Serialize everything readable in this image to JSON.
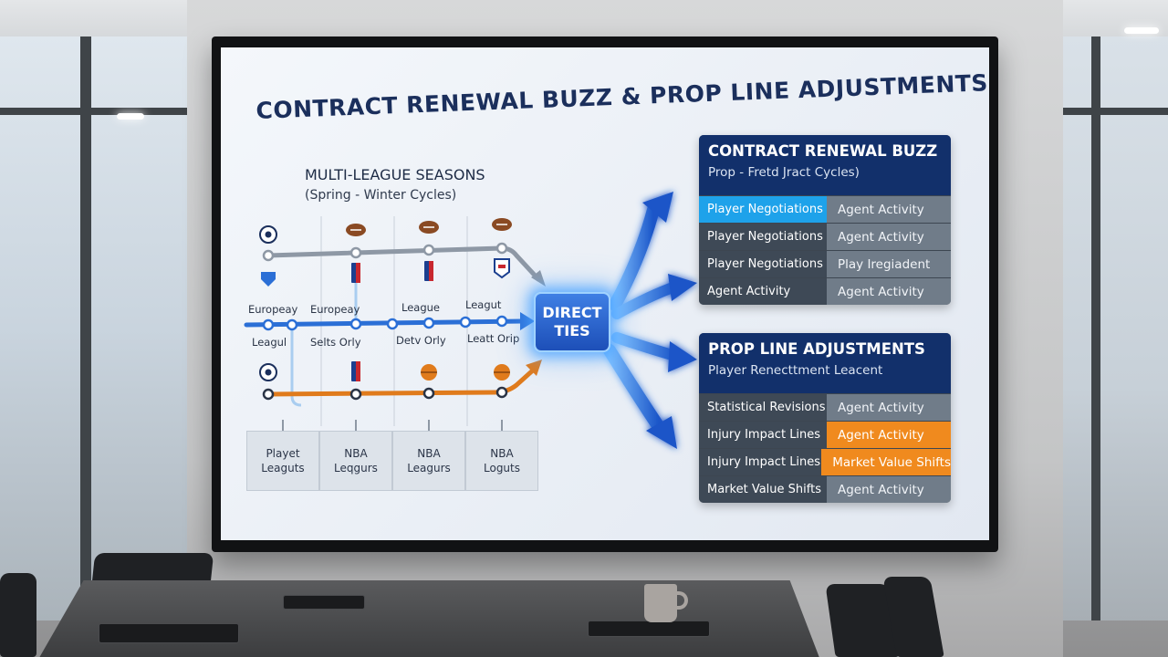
{
  "display": {
    "title": "CONTRACT RENEWAL BUZZ & PROP LINE ADJUSTMENTS",
    "timeline": {
      "title": "MULTI-LEAGUE SEASONS",
      "subtitle": "(Spring - Winter Cycles)",
      "labels": {
        "upper": [
          "Europeay",
          "Europeay",
          "League",
          "Leagut"
        ],
        "lower": [
          "Leagul",
          "Selts Orly",
          "Detv Orly",
          "Leatt Orip"
        ]
      },
      "league_cards": [
        {
          "line1": "Playet",
          "line2": "Leaguts"
        },
        {
          "line1": "NBA",
          "line2": "Leqgurs"
        },
        {
          "line1": "NBA",
          "line2": "Leagurs"
        },
        {
          "line1": "NBA",
          "line2": "Loguts"
        }
      ],
      "icons": [
        "soccer-ball-icon",
        "football-icon",
        "nba-logo-icon",
        "nfl-logo-icon",
        "basketball-icon"
      ],
      "colors": {
        "gray_line": "#8e98a5",
        "blue_line": "#2b6fd6",
        "orange_line": "#e07b1c"
      }
    },
    "hub": {
      "line1": "DIRECT",
      "line2": "TIES"
    },
    "panels": [
      {
        "title": "CONTRACT RENEWAL BUZZ",
        "subtitle": "Prop - Fretd Jract Cycles)",
        "rows": [
          {
            "left": "Player Negotiations",
            "right": "Agent Activity"
          },
          {
            "left": "Player Negotiations",
            "right": "Agent Activity"
          },
          {
            "left": "Player Negotiations",
            "right": "Play Iregiadent"
          },
          {
            "left": "Agent Activity",
            "right": "Agent Activity"
          }
        ]
      },
      {
        "title": "PROP LINE ADJUSTMENTS",
        "subtitle": "Player Renecttment Leacent",
        "rows": [
          {
            "left": "Statistical Revisions",
            "right": "Agent Activity"
          },
          {
            "left": "Injury Impact Lines",
            "right": "Agent Activity"
          },
          {
            "left": "Injury Impact Lines",
            "right": "Market Value Shifts"
          },
          {
            "left": "Market Value Shifts",
            "right": "Agent Activity"
          }
        ]
      }
    ],
    "colors": {
      "navy": "#12306b",
      "accent_blue": "#1ea2ea",
      "accent_orange": "#f08a1e",
      "glow": "#3f7fe4"
    }
  }
}
